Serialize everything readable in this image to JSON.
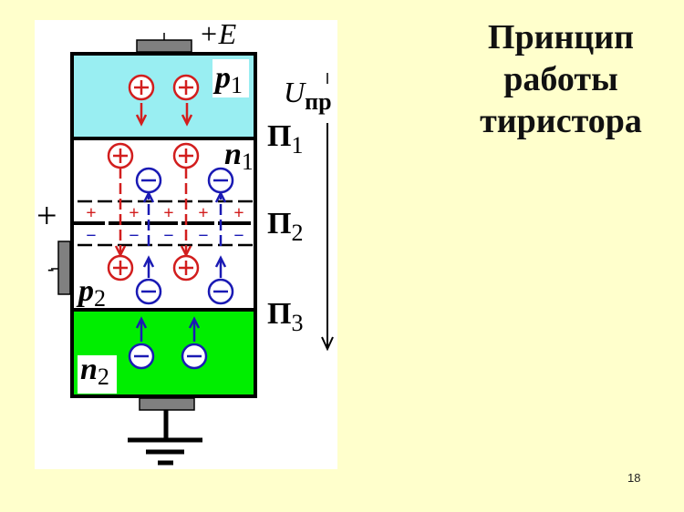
{
  "slide": {
    "title_lines": [
      "Принцип",
      "работы",
      "тиристора"
    ],
    "page_number": "18"
  },
  "diagram": {
    "anode_label": "+E",
    "voltage_label_main": "U",
    "voltage_label_sub": "пр",
    "gate_plus": "+",
    "gate_minus": "-",
    "layers": [
      {
        "name": "p",
        "sub": "1",
        "color": "#99EEF2"
      },
      {
        "name": "n",
        "sub": "1",
        "color": "#ffffff"
      },
      {
        "name": "p",
        "sub": "2",
        "color": "#ffffff"
      },
      {
        "name": "n",
        "sub": "2",
        "color": "#00EE00"
      }
    ],
    "junctions": [
      {
        "name": "П",
        "sub": "1"
      },
      {
        "name": "П",
        "sub": "2"
      },
      {
        "name": "П",
        "sub": "3"
      }
    ],
    "charges": {
      "hole_symbol": "+",
      "electron_symbol": "−",
      "space_charge_positive": "+",
      "space_charge_negative": "−"
    },
    "colors": {
      "hole": "#D21E1E",
      "electron": "#1A1AB4",
      "contact": "#808080",
      "outline": "#000000"
    }
  }
}
